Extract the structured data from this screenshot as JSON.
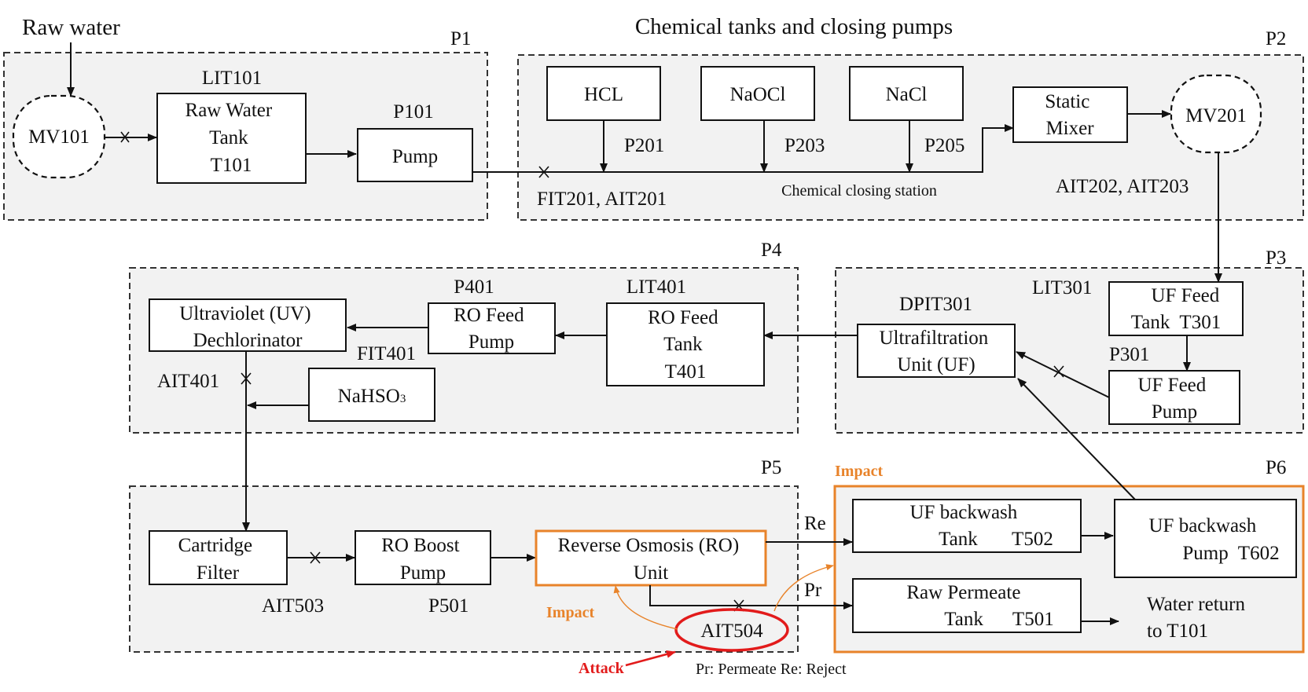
{
  "heading": "Chemical tanks and closing pumps",
  "raw_water": "Raw water",
  "stages": {
    "p1": "P1",
    "p2": "P2",
    "p3": "P3",
    "p4": "P4",
    "p5": "P5",
    "p6": "P6"
  },
  "p1": {
    "valve": "MV101",
    "tank_tag": "LIT101",
    "tank": [
      "Raw Water",
      "Tank",
      "T101"
    ],
    "pump_tag": "P101",
    "pump": "Pump"
  },
  "p2": {
    "hcl": "HCL",
    "naocl": "NaOCl",
    "nacl": "NaCl",
    "pump_hcl": "P201",
    "pump_naocl": "P203",
    "pump_nacl": "P205",
    "mixer": [
      "Static",
      "Mixer"
    ],
    "valve": "MV201",
    "station": "Chemical closing station",
    "sensors_in": "FIT201, AIT201",
    "sensors_out": "AIT202, AIT203"
  },
  "p3": {
    "tank_tag": "LIT301",
    "tank": [
      "UF Feed",
      "Tank  T301"
    ],
    "pump_tag": "P301",
    "pump": [
      "UF Feed",
      "Pump"
    ],
    "uf_tag": "DPIT301",
    "uf": [
      "Ultrafiltration",
      "Unit (UF)"
    ]
  },
  "p4": {
    "tank_tag": "LIT401",
    "tank": [
      "RO Feed",
      "Tank",
      "T401"
    ],
    "pump_tag": "P401",
    "pump": [
      "RO Feed",
      "Pump"
    ],
    "uv": [
      "Ultraviolet (UV)",
      "Dechlorinator"
    ],
    "fit": "FIT401",
    "ait": "AIT401",
    "nahso": "NaHSO",
    "nahso_sub": "3"
  },
  "p5": {
    "filter": [
      "Cartridge",
      "Filter"
    ],
    "boost": [
      "RO Boost",
      "Pump"
    ],
    "ro": [
      "Reverse Osmosis (RO)",
      "Unit"
    ],
    "ait503": "AIT503",
    "p501": "P501",
    "ait504": "AIT504"
  },
  "p6": {
    "backwash_tank": [
      "UF backwash",
      "Tank       T502"
    ],
    "backwash_pump": [
      "UF backwash",
      "Pump  T602"
    ],
    "permeate_tank": [
      "Raw Permeate",
      "Tank      T501"
    ],
    "water_return": [
      "Water return",
      "to T101"
    ]
  },
  "flows": {
    "reject": "Re",
    "permeate": "Pr"
  },
  "annotations": {
    "impact_p6": "Impact",
    "impact_ro": "Impact",
    "attack": "Attack",
    "legend": "Pr: Permeate Re: Reject"
  },
  "colors": {
    "impact": "#e8832a",
    "attack": "#e21b1b",
    "stage_fill": "#f2f2f2"
  }
}
